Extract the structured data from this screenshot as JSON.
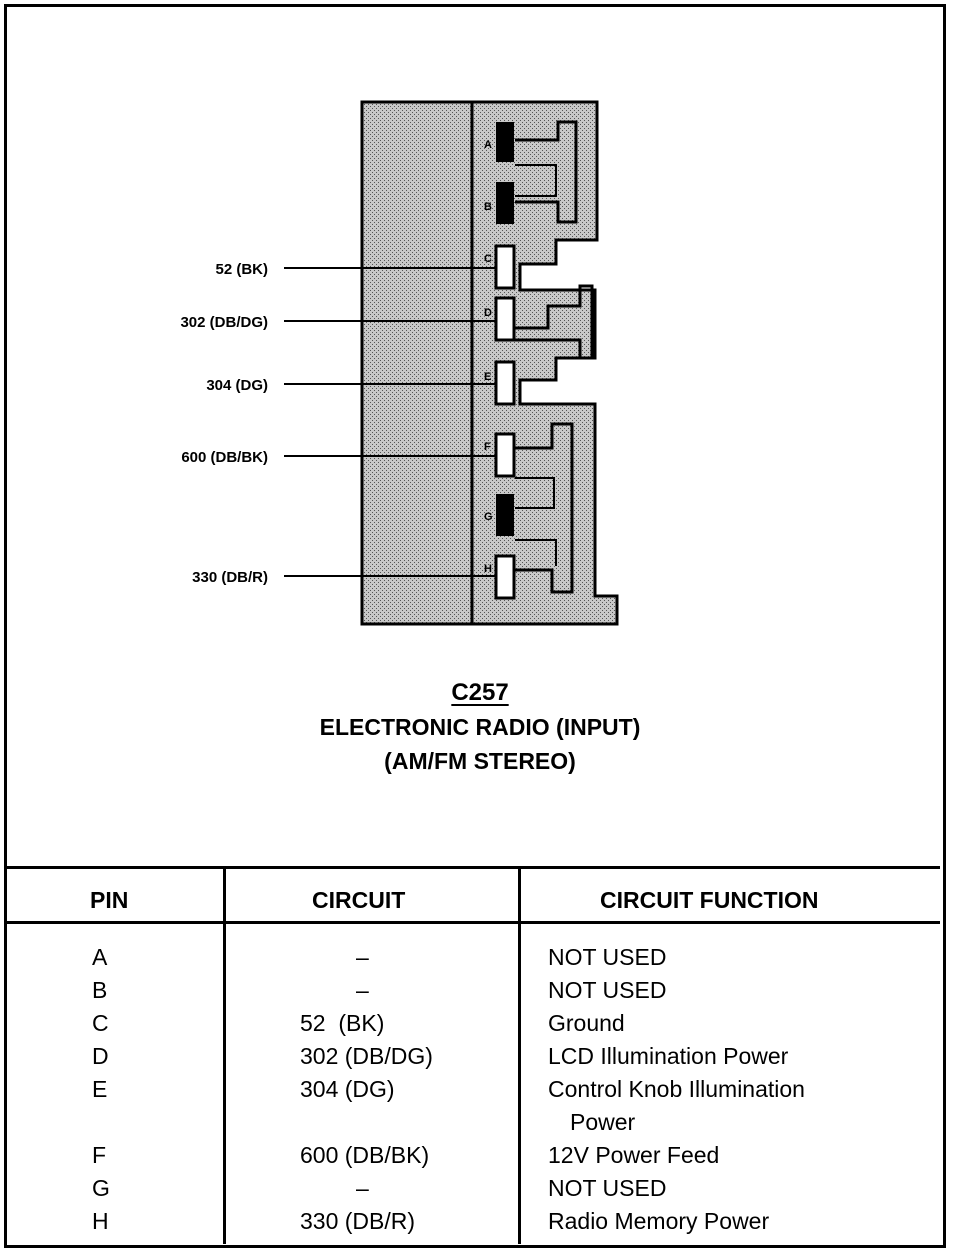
{
  "connector": {
    "id": "C257",
    "title": "ELECTRONIC RADIO (INPUT)",
    "subtitle": "(AM/FM STEREO)"
  },
  "wire_labels": [
    {
      "pin": "C",
      "text": "52 (BK)"
    },
    {
      "pin": "D",
      "text": "302 (DB/DG)"
    },
    {
      "pin": "E",
      "text": "304 (DG)"
    },
    {
      "pin": "F",
      "text": "600 (DB/BK)"
    },
    {
      "pin": "H",
      "text": "330 (DB/R)"
    }
  ],
  "pins": [
    {
      "letter": "A",
      "state": "not used (filled)"
    },
    {
      "letter": "B",
      "state": "not used (filled)"
    },
    {
      "letter": "C",
      "state": "used (open)"
    },
    {
      "letter": "D",
      "state": "used (open)"
    },
    {
      "letter": "E",
      "state": "used (open)"
    },
    {
      "letter": "F",
      "state": "used (open)"
    },
    {
      "letter": "G",
      "state": "not used (filled)"
    },
    {
      "letter": "H",
      "state": "used (open)"
    }
  ],
  "table": {
    "headers": {
      "pin": "PIN",
      "circuit": "CIRCUIT",
      "function": "CIRCUIT FUNCTION"
    },
    "rows": [
      {
        "pin": "A",
        "circuit": "–",
        "function": "NOT USED"
      },
      {
        "pin": "B",
        "circuit": "–",
        "function": "NOT USED"
      },
      {
        "pin": "C",
        "circuit": "52  (BK)",
        "function": "Ground"
      },
      {
        "pin": "D",
        "circuit": "302 (DB/DG)",
        "function": "LCD Illumination Power"
      },
      {
        "pin": "E",
        "circuit": "304 (DG)",
        "function": "Control Knob Illumination",
        "function_cont": "Power"
      },
      {
        "pin": "F",
        "circuit": "600 (DB/BK)",
        "function": "12V Power Feed"
      },
      {
        "pin": "G",
        "circuit": "–",
        "function": "NOT USED"
      },
      {
        "pin": "H",
        "circuit": "330 (DB/R)",
        "function": "Radio Memory Power"
      }
    ]
  }
}
